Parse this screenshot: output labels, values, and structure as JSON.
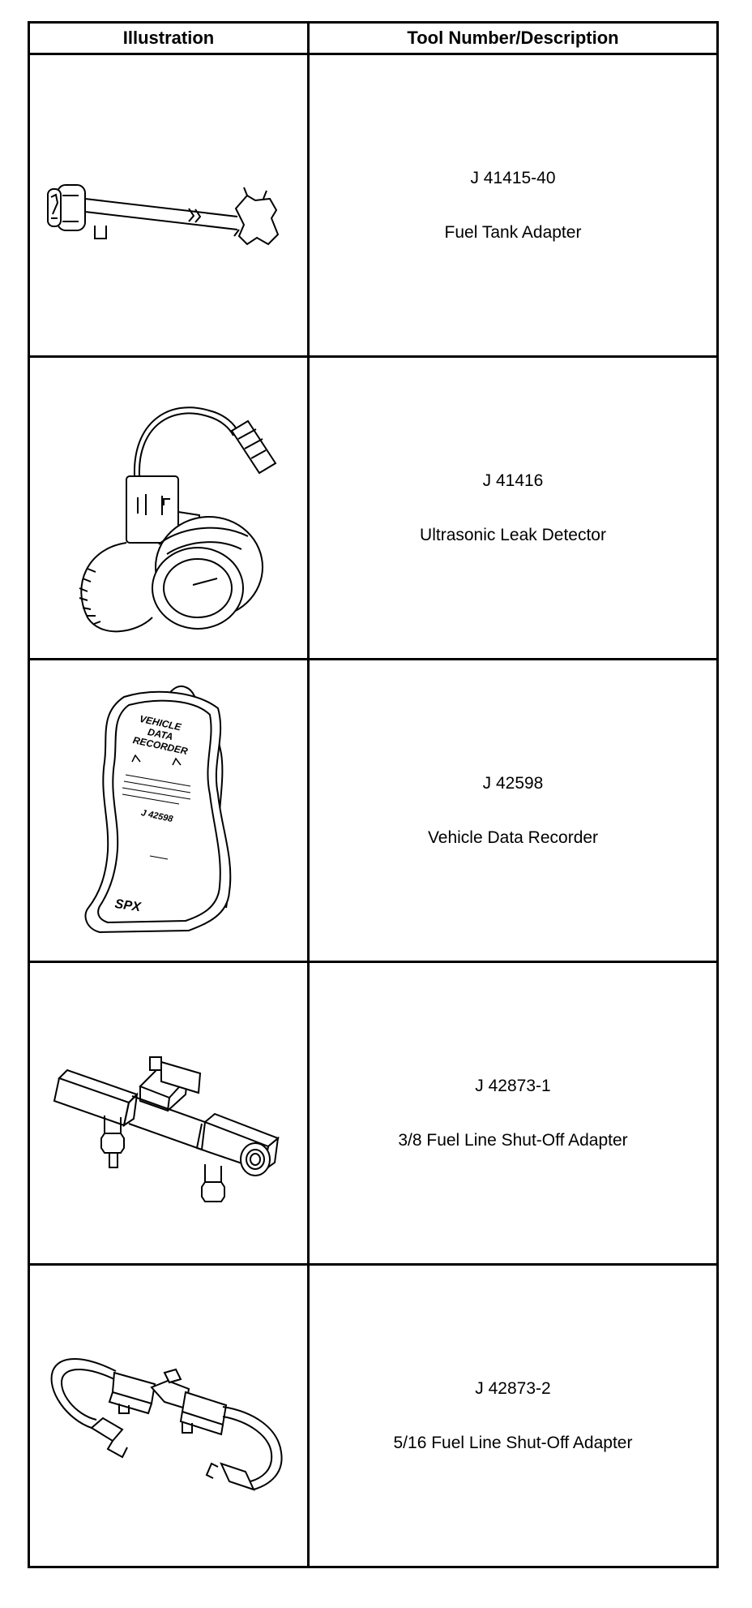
{
  "table": {
    "headers": {
      "illustration": "Illustration",
      "tool": "Tool Number/Description"
    },
    "rows": [
      {
        "number": "J 41415-40",
        "description": "Fuel Tank Adapter",
        "icon": "fuel-tank-adapter-icon"
      },
      {
        "number": "J 41416",
        "description": "Ultrasonic Leak Detector",
        "icon": "ultrasonic-leak-detector-icon"
      },
      {
        "number": "J 42598",
        "description": "Vehicle Data Recorder",
        "icon": "vehicle-data-recorder-icon",
        "device_text": {
          "line1": "VEHICLE",
          "line2": "DATA",
          "line3": "RECORDER",
          "model": "J 42598",
          "brand": "SPX"
        }
      },
      {
        "number": "J 42873-1",
        "description": "3/8 Fuel Line Shut-Off Adapter",
        "icon": "fuel-line-shutoff-adapter-icon"
      },
      {
        "number": "J 42873-2",
        "description": "5/16 Fuel Line Shut-Off Adapter",
        "icon": "fuel-line-shutoff-hose-adapter-icon"
      }
    ]
  }
}
